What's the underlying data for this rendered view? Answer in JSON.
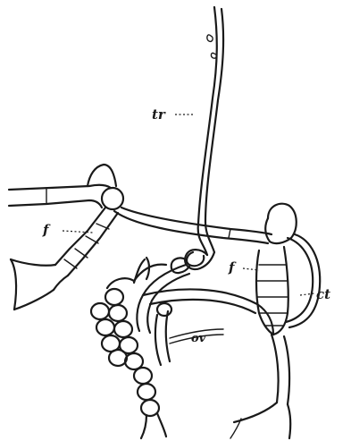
{
  "labels": {
    "tr": "tr",
    "f_left": "f",
    "f_right": "f",
    "ct": "ct",
    "ov": "ov"
  },
  "colors": {
    "ink": "#1a1a1a",
    "paper": "#ffffff"
  }
}
